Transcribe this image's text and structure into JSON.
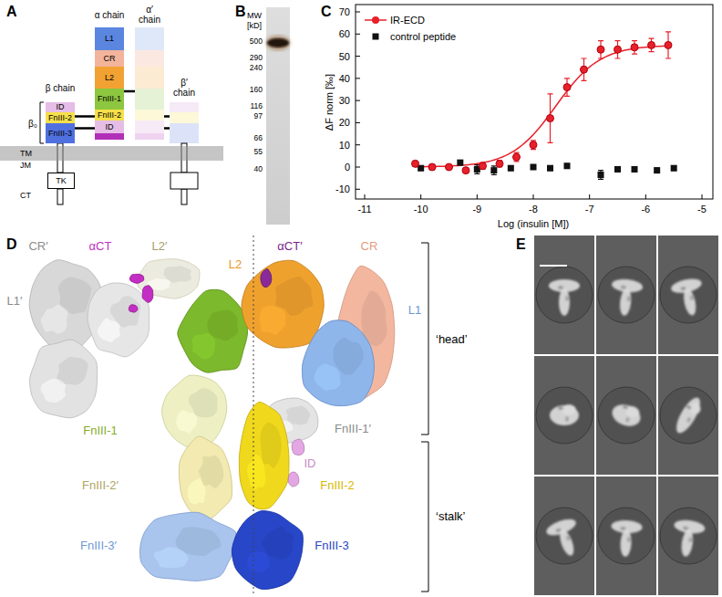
{
  "diagram": {
    "nodes": [
      {
        "text": [
          "L1"
        ]
      },
      {
        "text": [
          "CR"
        ]
      },
      {
        "text": [
          "L2"
        ]
      },
      {
        "text": [
          "FnIII-1"
        ]
      },
      {
        "text": [
          "FnIII-2"
        ]
      },
      {
        "text": [
          "ID"
        ]
      },
      {
        "text": [
          "ID"
        ]
      },
      {
        "text": [
          "FnIII-2"
        ]
      },
      {
        "text": [
          "FnIII-3"
        ]
      },
      {
        "text": [
          "TM"
        ]
      },
      {
        "text": [
          "TK"
        ]
      }
    ],
    "edges": [
      {
        "from": 7,
        "to": 4,
        "arrow": "none"
      },
      {
        "from": 8,
        "to": 5,
        "arrow": "none"
      }
    ],
    "labels": [
      "A",
      "α chain",
      "α′ chain",
      "β chain",
      "β′ chain",
      "β₀",
      "JM",
      "CT",
      "B",
      "MW",
      "[kD]",
      "500",
      "290",
      "240",
      "160",
      "116",
      "97",
      "66",
      "55",
      "40",
      "C",
      "70",
      "60",
      "50",
      "40",
      "30",
      "20",
      "10",
      "0",
      "-10",
      "-11",
      "-10",
      "-9",
      "-8",
      "-7",
      "-6",
      "-5",
      "ΔF norm [‰]",
      "Log (insulin [M])",
      "D",
      "CR′",
      "αCT",
      "L2′",
      "αCT′",
      "L2",
      "CR",
      "L1′",
      "L1",
      "FnIII-1",
      "FnIII-1′",
      "ID",
      "FnIII-2′",
      "FnIII-2",
      "FnIII-3′",
      "FnIII-3",
      "‘head’",
      "‘stalk’",
      "E"
    ],
    "legend": [
      {
        "text": "IR-ECD"
      },
      {
        "text": "control peptide"
      }
    ]
  }
}
